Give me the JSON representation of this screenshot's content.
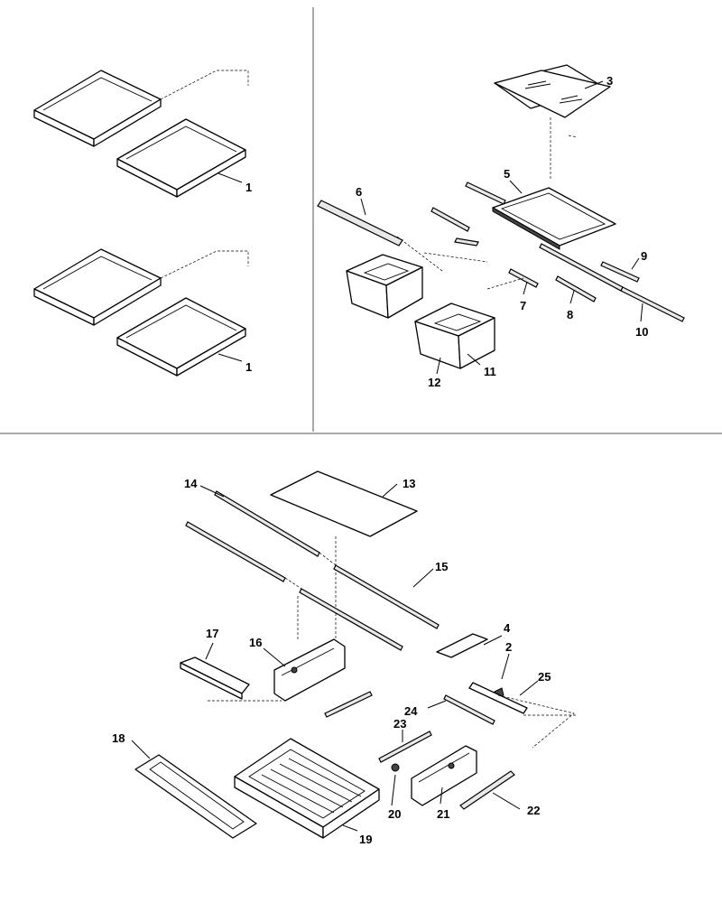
{
  "callouts": [
    {
      "id": "c1a",
      "text": "1"
    },
    {
      "id": "c1b",
      "text": "1"
    },
    {
      "id": "c2",
      "text": "2"
    },
    {
      "id": "c3",
      "text": "3"
    },
    {
      "id": "c4",
      "text": "4"
    },
    {
      "id": "c5",
      "text": "5"
    },
    {
      "id": "c6",
      "text": "6"
    },
    {
      "id": "c7",
      "text": "7"
    },
    {
      "id": "c8",
      "text": "8"
    },
    {
      "id": "c9",
      "text": "9"
    },
    {
      "id": "c10",
      "text": "10"
    },
    {
      "id": "c11",
      "text": "11"
    },
    {
      "id": "c12",
      "text": "12"
    },
    {
      "id": "c13",
      "text": "13"
    },
    {
      "id": "c14",
      "text": "14"
    },
    {
      "id": "c15",
      "text": "15"
    },
    {
      "id": "c16",
      "text": "16"
    },
    {
      "id": "c17",
      "text": "17"
    },
    {
      "id": "c18",
      "text": "18"
    },
    {
      "id": "c19",
      "text": "19"
    },
    {
      "id": "c20",
      "text": "20"
    },
    {
      "id": "c21",
      "text": "21"
    },
    {
      "id": "c22",
      "text": "22"
    },
    {
      "id": "c23",
      "text": "23"
    },
    {
      "id": "c24",
      "text": "24"
    },
    {
      "id": "c25",
      "text": "25"
    }
  ]
}
